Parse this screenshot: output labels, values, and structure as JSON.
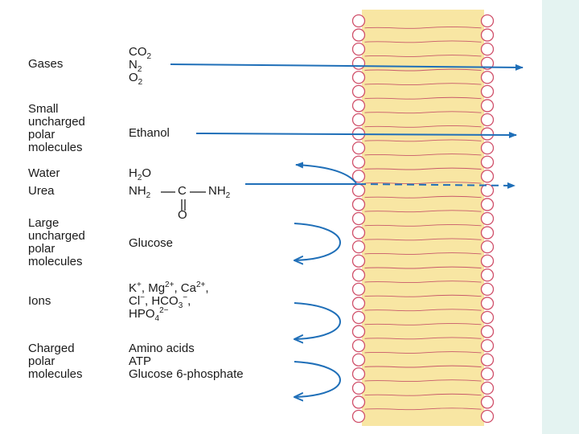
{
  "categories": [
    {
      "id": "gases",
      "lines": [
        "Gases"
      ]
    },
    {
      "id": "small-polar",
      "lines": [
        "Small",
        "uncharged",
        "polar",
        "molecules"
      ]
    },
    {
      "id": "water",
      "lines": [
        "Water"
      ]
    },
    {
      "id": "urea",
      "lines": [
        "Urea"
      ]
    },
    {
      "id": "large-polar",
      "lines": [
        "Large",
        "uncharged",
        "polar",
        "molecules"
      ]
    },
    {
      "id": "ions",
      "lines": [
        "Ions"
      ]
    },
    {
      "id": "charged-polar",
      "lines": [
        "Charged",
        "polar",
        "molecules"
      ]
    }
  ],
  "molecules": {
    "co2": {
      "base": "CO",
      "sub": "2"
    },
    "n2": {
      "base": "N",
      "sub": "2"
    },
    "o2": {
      "base": "O",
      "sub": "2"
    },
    "ethanol": "Ethanol",
    "h2o": {
      "base": "H",
      "sub": "2",
      "tail": "O"
    },
    "urea_formula": {
      "nh2_left": "NH",
      "sub": "2",
      "c": "C",
      "nh2_right": "NH",
      "o": "O"
    },
    "glucose": "Glucose",
    "ions_line1": {
      "k": "K",
      "k_sup": "+",
      "mg": ", Mg",
      "mg_sup": "2+",
      "ca": ", Ca",
      "ca_sup": "2+",
      "tail": ","
    },
    "ions_line2": {
      "cl": "Cl",
      "cl_sup": "−",
      "hco": ", HCO",
      "hco_sub": "3",
      "hco_sup": "−",
      "tail": ","
    },
    "ions_line3": {
      "hpo": "HPO",
      "hpo_sub": "4",
      "hpo_sup": "2−"
    },
    "amino_acids": "Amino acids",
    "atp": "ATP",
    "glucose6p": "Glucose 6-phosphate"
  },
  "colors": {
    "arrow": "#1f6fb8",
    "membrane_fill": "#f8e6a3",
    "membrane_tail": "#c85a6a",
    "head_stroke": "#d0506a",
    "side_panel": "#e4f3f1"
  }
}
